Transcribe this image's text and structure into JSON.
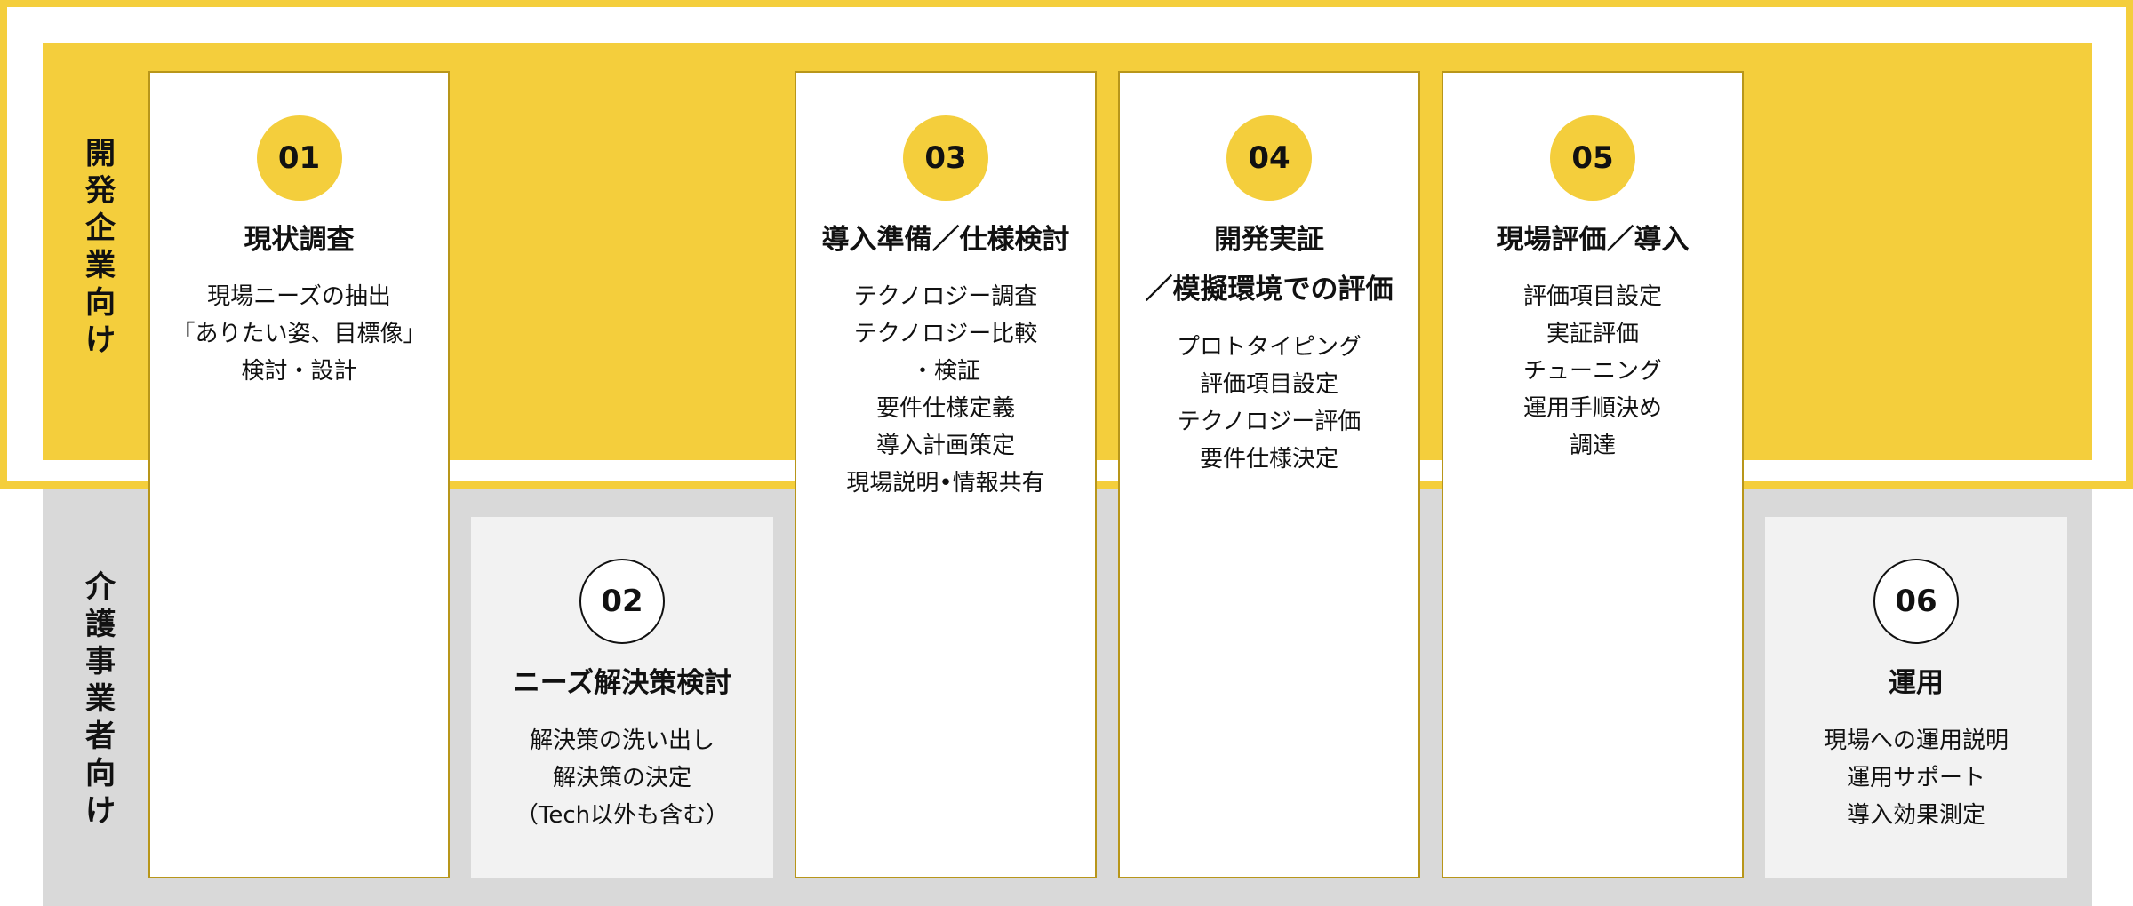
{
  "rows": {
    "developer": {
      "label": "開発企業向け",
      "chars": [
        "開",
        "発",
        "企",
        "業",
        "向",
        "け"
      ]
    },
    "care_provider": {
      "label": "介護事業者向け",
      "chars": [
        "介",
        "護",
        "事",
        "業",
        "者",
        "向",
        "け"
      ]
    }
  },
  "colors": {
    "accent_yellow": "#f4ce3c",
    "card_border": "#b8961a",
    "gray_panel": "#d9d9d9",
    "gray_card": "#f2f2f2"
  },
  "steps": [
    {
      "number": "01",
      "row": "developer",
      "title": [
        "現状調査"
      ],
      "items": [
        "現場ニーズの抽出",
        "「ありたい姿、目標像」",
        "検討・設計"
      ]
    },
    {
      "number": "02",
      "row": "care_provider",
      "title": [
        "ニーズ解決策検討"
      ],
      "items": [
        "解決策の洗い出し",
        "解決策の決定",
        "（Tech以外も含む）"
      ]
    },
    {
      "number": "03",
      "row": "developer",
      "title": [
        "導入準備／仕様検討"
      ],
      "items": [
        "テクノロジー調査",
        "テクノロジー比較",
        "・検証",
        "要件仕様定義",
        "導入計画策定",
        "現場説明•情報共有"
      ]
    },
    {
      "number": "04",
      "row": "developer",
      "title": [
        "開発実証",
        "／模擬環境での評価"
      ],
      "items": [
        "プロトタイピング",
        "評価項目設定",
        "テクノロジー評価",
        "要件仕様決定"
      ]
    },
    {
      "number": "05",
      "row": "developer",
      "title": [
        "現場評価／導入"
      ],
      "items": [
        "評価項目設定",
        "実証評価",
        "チューニング",
        "運用手順決め",
        "調達"
      ]
    },
    {
      "number": "06",
      "row": "care_provider",
      "title": [
        "運用"
      ],
      "items": [
        "現場への運用説明",
        "運用サポート",
        "導入効果測定"
      ]
    }
  ]
}
